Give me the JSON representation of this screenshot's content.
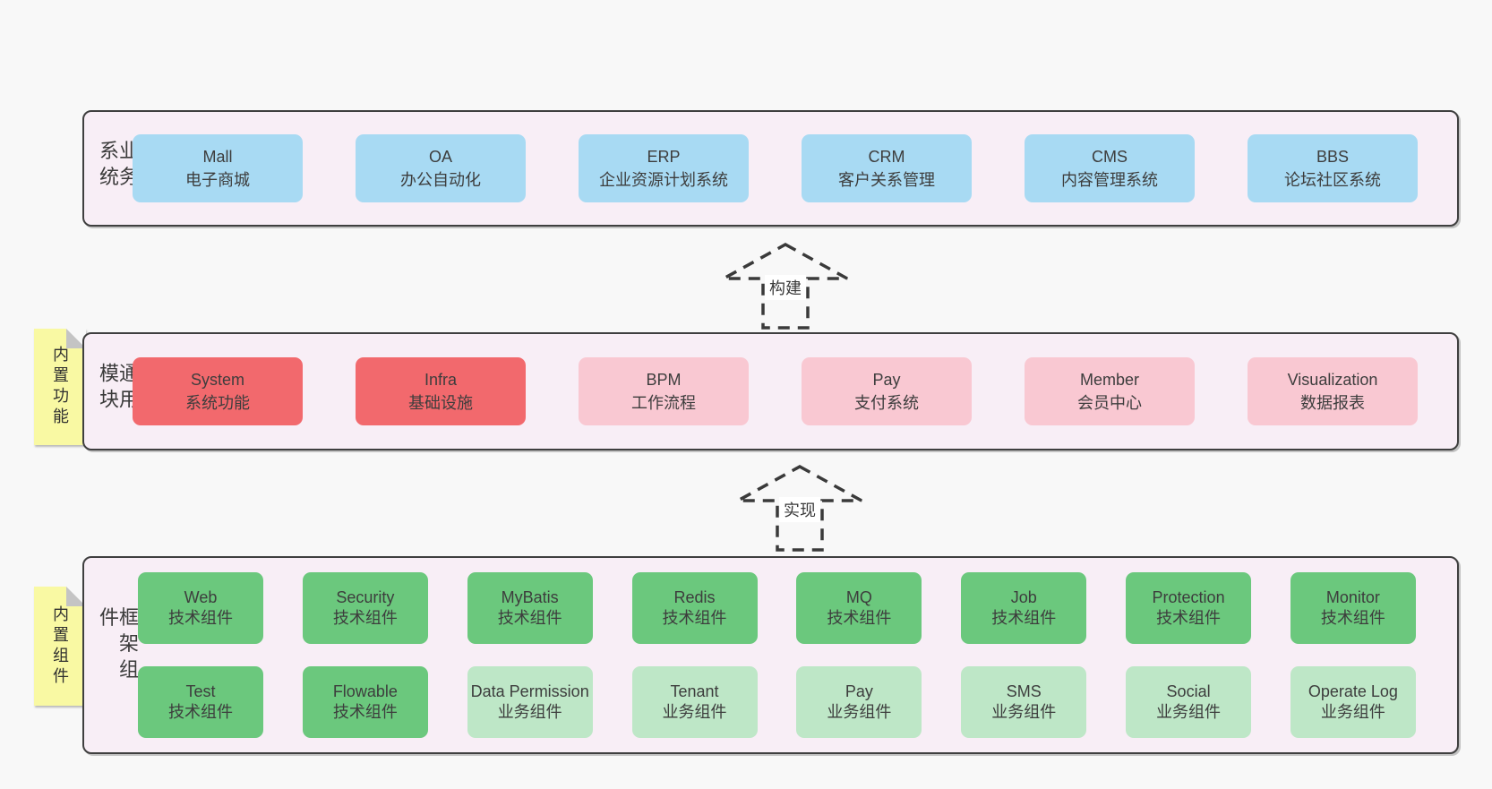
{
  "colors": {
    "page_bg": "#f8f8f8",
    "band_bg": "#f8eef6",
    "band_border": "#3f3f3f",
    "blue_box": "#a8daf3",
    "red_box": "#f2696d",
    "pink_box": "#f9c8d2",
    "green_box": "#6bc87d",
    "light_green_box": "#bee7c7",
    "note_yellow": "#f9f9a3",
    "text": "#3d3d3d"
  },
  "bands": {
    "business": {
      "label": "业务系统",
      "items": [
        {
          "name": "Mall",
          "subtitle": "电子商城"
        },
        {
          "name": "OA",
          "subtitle": "办公自动化"
        },
        {
          "name": "ERP",
          "subtitle": "企业资源计划系统"
        },
        {
          "name": "CRM",
          "subtitle": "客户关系管理"
        },
        {
          "name": "CMS",
          "subtitle": "内容管理系统"
        },
        {
          "name": "BBS",
          "subtitle": "论坛社区系统"
        }
      ]
    },
    "modules": {
      "label": "通用模块",
      "note": "内置功能",
      "items": [
        {
          "name": "System",
          "subtitle": "系统功能",
          "variant": "red"
        },
        {
          "name": "Infra",
          "subtitle": "基础设施",
          "variant": "red"
        },
        {
          "name": "BPM",
          "subtitle": "工作流程",
          "variant": "pink"
        },
        {
          "name": "Pay",
          "subtitle": "支付系统",
          "variant": "pink"
        },
        {
          "name": "Member",
          "subtitle": "会员中心",
          "variant": "pink"
        },
        {
          "name": "Visualization",
          "subtitle": "数据报表",
          "variant": "pink"
        }
      ]
    },
    "components": {
      "label": "框架组件",
      "note": "内置组件",
      "rows": [
        [
          {
            "name": "Web",
            "subtitle": "技术组件",
            "variant": "green"
          },
          {
            "name": "Security",
            "subtitle": "技术组件",
            "variant": "green"
          },
          {
            "name": "MyBatis",
            "subtitle": "技术组件",
            "variant": "green"
          },
          {
            "name": "Redis",
            "subtitle": "技术组件",
            "variant": "green"
          },
          {
            "name": "MQ",
            "subtitle": "技术组件",
            "variant": "green"
          },
          {
            "name": "Job",
            "subtitle": "技术组件",
            "variant": "green"
          },
          {
            "name": "Protection",
            "subtitle": "技术组件",
            "variant": "green"
          },
          {
            "name": "Monitor",
            "subtitle": "技术组件",
            "variant": "green"
          }
        ],
        [
          {
            "name": "Test",
            "subtitle": "技术组件",
            "variant": "green"
          },
          {
            "name": "Flowable",
            "subtitle": "技术组件",
            "variant": "green"
          },
          {
            "name": "Data Permission",
            "subtitle": "业务组件",
            "variant": "lightgreen"
          },
          {
            "name": "Tenant",
            "subtitle": "业务组件",
            "variant": "lightgreen"
          },
          {
            "name": "Pay",
            "subtitle": "业务组件",
            "variant": "lightgreen"
          },
          {
            "name": "SMS",
            "subtitle": "业务组件",
            "variant": "lightgreen"
          },
          {
            "name": "Social",
            "subtitle": "业务组件",
            "variant": "lightgreen"
          },
          {
            "name": "Operate Log",
            "subtitle": "业务组件",
            "variant": "lightgreen"
          }
        ]
      ]
    }
  },
  "arrows": {
    "build": "构建",
    "implement": "实现"
  }
}
